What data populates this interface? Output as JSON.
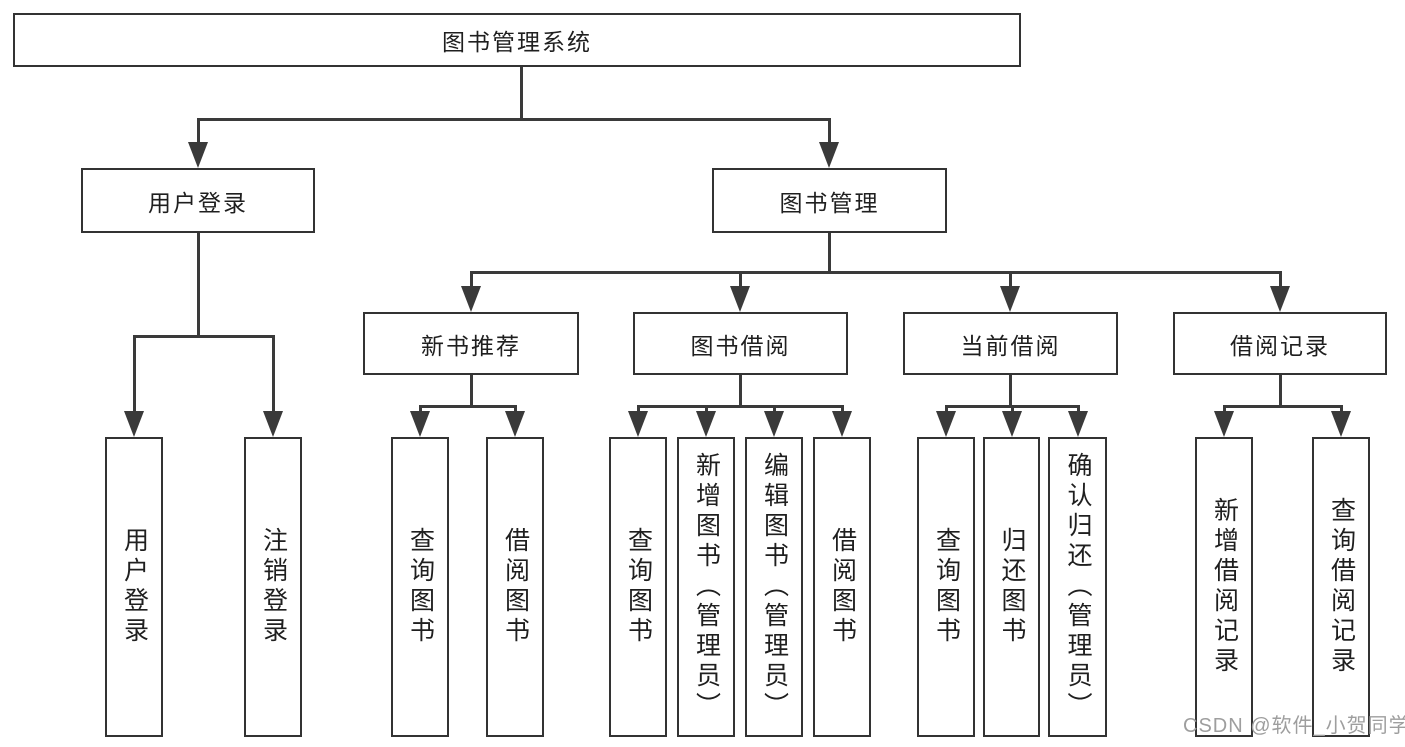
{
  "colors": {
    "line": "#3a3a3a",
    "border": "#333333",
    "text": "#1f1f1f",
    "background": "#ffffff",
    "watermark": "#9e9e9e"
  },
  "nodes": {
    "root": {
      "label": "图书管理系统"
    },
    "level2": [
      {
        "label": "用户登录"
      },
      {
        "label": "图书管理"
      }
    ],
    "level3": [
      {
        "label": "新书推荐"
      },
      {
        "label": "图书借阅"
      },
      {
        "label": "当前借阅"
      },
      {
        "label": "借阅记录"
      }
    ],
    "leaves": [
      {
        "label": "用户登录"
      },
      {
        "label": "注销登录"
      },
      {
        "label": "查询图书"
      },
      {
        "label": "借阅图书"
      },
      {
        "label": "查询图书"
      },
      {
        "label": "新增图书（管理员）"
      },
      {
        "label": "编辑图书（管理员）"
      },
      {
        "label": "借阅图书"
      },
      {
        "label": "查询图书"
      },
      {
        "label": "归还图书"
      },
      {
        "label": "确认归还（管理员）"
      },
      {
        "label": "新增借阅记录"
      },
      {
        "label": "查询借阅记录"
      }
    ]
  },
  "watermark": {
    "text": "CSDN @软件_小贺同学"
  }
}
